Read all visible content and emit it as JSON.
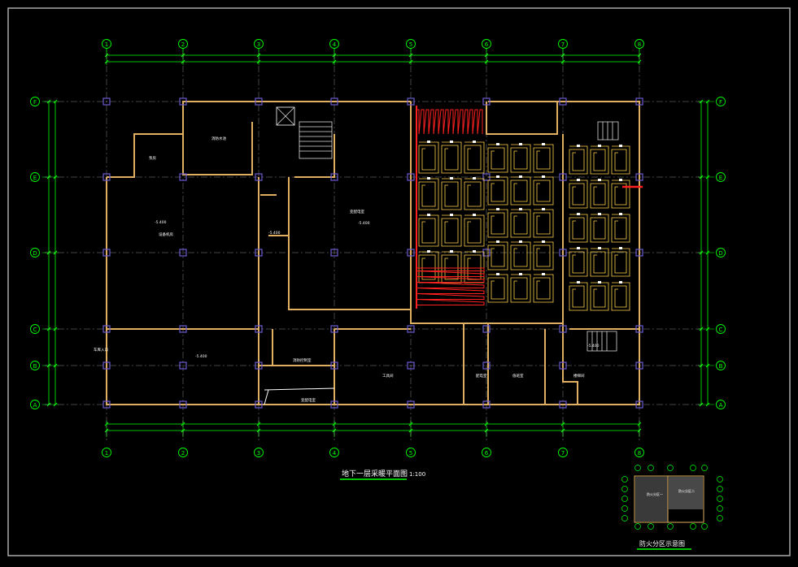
{
  "drawing": {
    "main_title": "地下一层采暖平面图",
    "main_scale": "1:100",
    "inset_title": "防火分区示意图",
    "col_labels": [
      "1",
      "2",
      "3",
      "4",
      "5",
      "6",
      "7",
      "8"
    ],
    "row_labels": [
      "F",
      "E",
      "D",
      "C",
      "B",
      "A"
    ]
  },
  "rooms": [
    {
      "id": "r1",
      "label": "泵房"
    },
    {
      "id": "r2",
      "label": "消防水池"
    },
    {
      "id": "r3",
      "label": "-5.400"
    },
    {
      "id": "r4",
      "label": "设备机房"
    },
    {
      "id": "r5",
      "label": "-5.400"
    },
    {
      "id": "r6",
      "label": "变配电室"
    },
    {
      "id": "r7",
      "label": "-5.400"
    },
    {
      "id": "r8",
      "label": "消防控制室"
    },
    {
      "id": "r9",
      "label": "-5.400"
    },
    {
      "id": "r10",
      "label": "变配电室"
    },
    {
      "id": "r11",
      "label": "车库入口"
    },
    {
      "id": "r12",
      "label": "工具间"
    },
    {
      "id": "r13",
      "label": "配电室"
    },
    {
      "id": "r14",
      "label": "值班室"
    },
    {
      "id": "r15",
      "label": "楼梯间"
    },
    {
      "id": "r16",
      "label": "-5.400"
    }
  ],
  "colors": {
    "grid": "#00ff00",
    "axis_line": "#ffffff",
    "wall": "#e0b060",
    "column": "#6a5acd",
    "heating_pipe": "#ff2020",
    "heating_coil": "#ffd24d",
    "text": "#ffffff",
    "title_underline": "#00ff00"
  }
}
